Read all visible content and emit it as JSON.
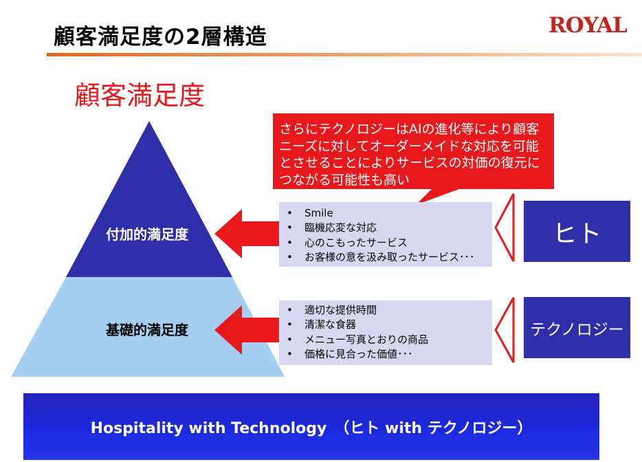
{
  "header": {
    "title": "顧客満足度の2層構造",
    "logo": "ROYAL"
  },
  "section_heading": "顧客満足度",
  "pyramid": {
    "upper_label": "付加的満足度",
    "lower_label": "基礎的満足度",
    "upper_color": "#2e2ea8",
    "lower_color": "#a6cef1"
  },
  "callout": {
    "lines": [
      "さらにテクノロジーはAIの進化等により顧客",
      "ニーズに対してオーダーメイドな対応を可能",
      "とさせることによりサービスの対価の復元に",
      "つながる可能性も高い"
    ],
    "color": "#e8191c"
  },
  "upper_list": {
    "items": [
      "Smile",
      "臨機応変な対応",
      "心のこもったサービス",
      "お客様の意を汲み取ったサービス･･･"
    ]
  },
  "lower_list": {
    "items": [
      "適切な提供時間",
      "清潔な食器",
      "メニュー写真とおりの商品",
      "価格に見合った価値･･･"
    ]
  },
  "bullet": "•",
  "side_boxes": {
    "hito": "ヒト",
    "technology": "テクノロジー"
  },
  "banner": {
    "text": "Hospitality with Technology　（ヒト with テクノロジー）"
  },
  "colors": {
    "accent_red": "#e8191c",
    "dark_blue": "#2e2ea8",
    "banner_blue": "#1b28de",
    "list_bg": "#d7d8ef",
    "title_rule": "#e2671b"
  }
}
